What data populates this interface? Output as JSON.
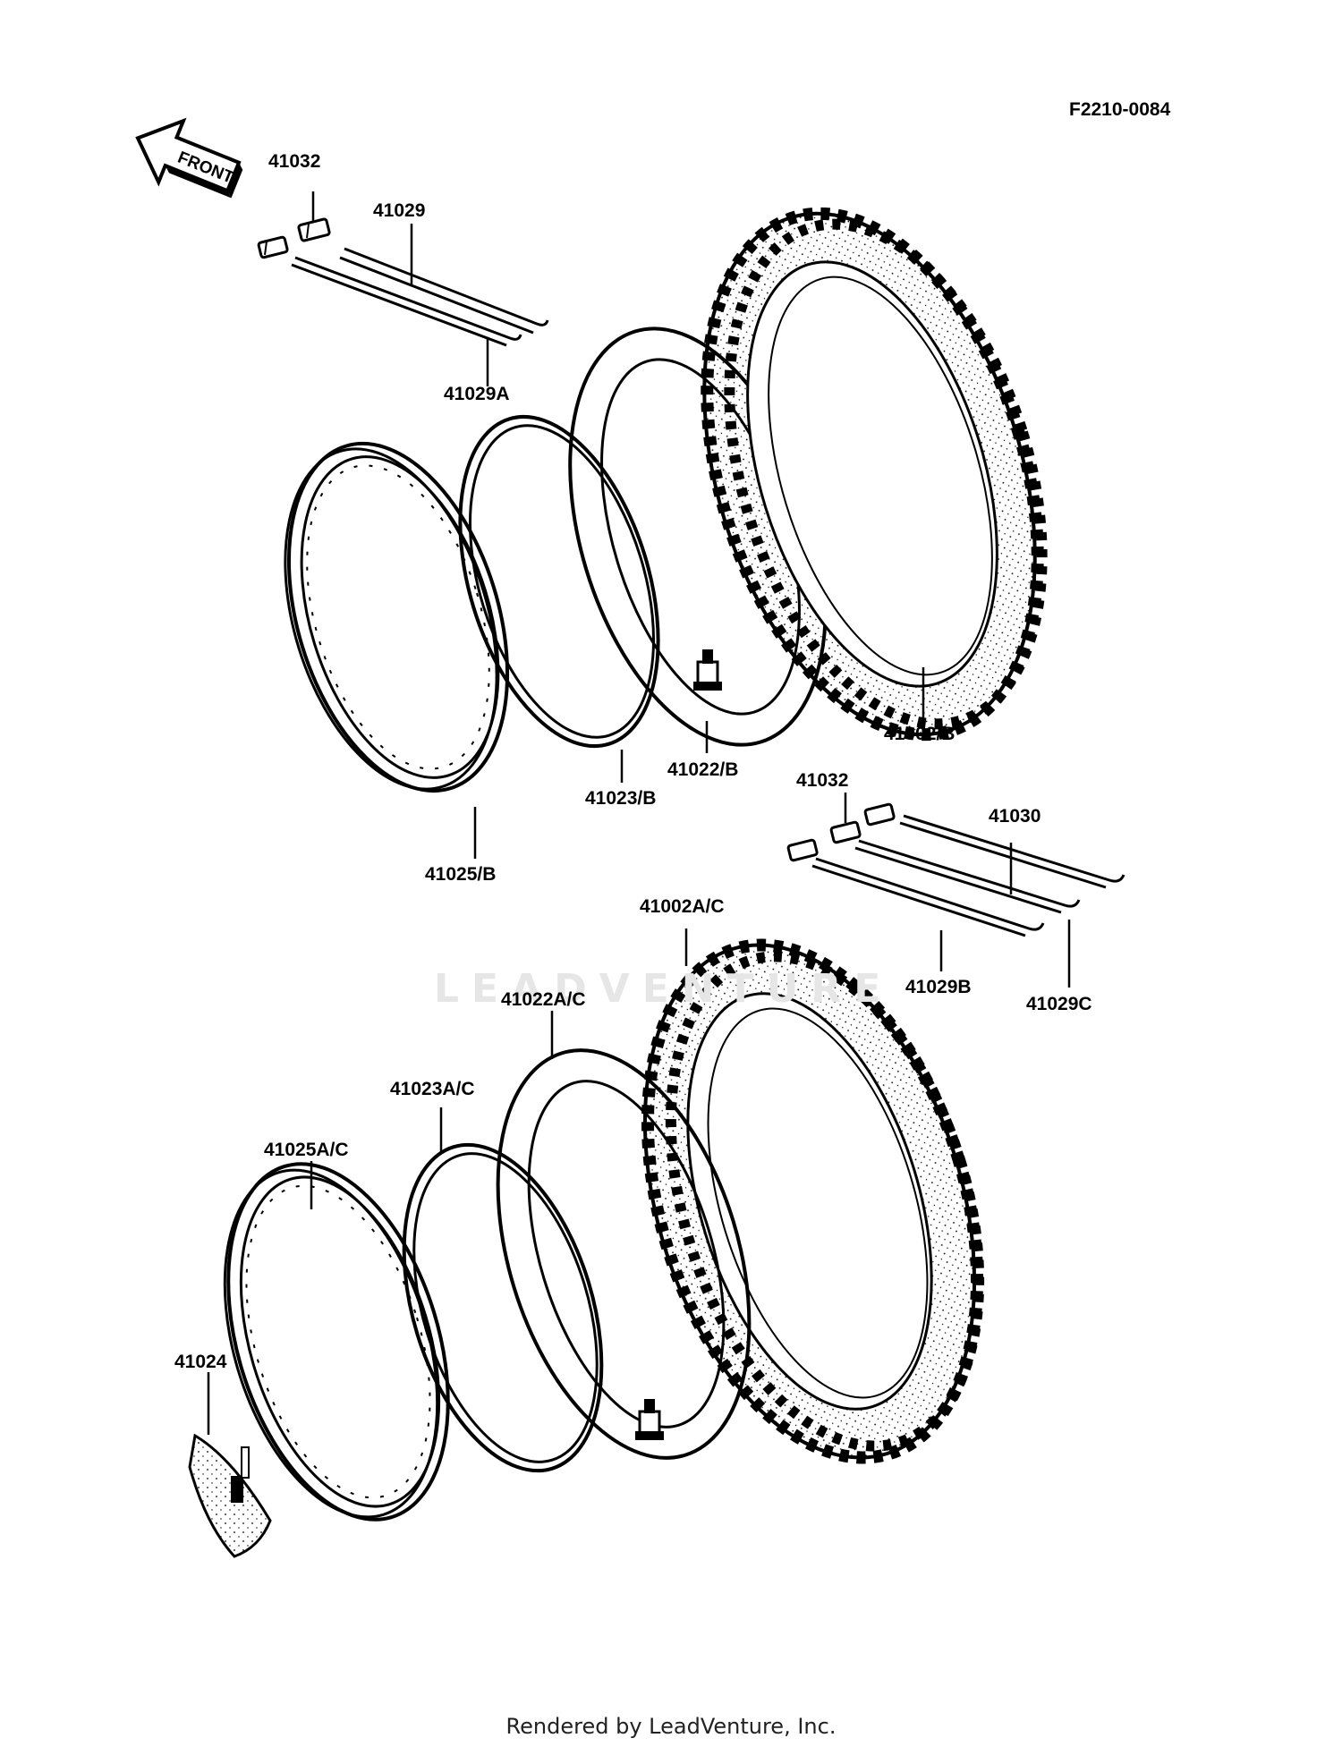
{
  "diagram_code": "F2210-0084",
  "front_arrow_label": "FRONT",
  "watermark": "LEADVENTURE",
  "footer": "Rendered by LeadVenture, Inc.",
  "callouts": {
    "c41032_top": "41032",
    "c41029": "41029",
    "c41029a": "41029A",
    "c41002b": "41002/B",
    "c41022b": "41022/B",
    "c41023b": "41023/B",
    "c41025b": "41025/B",
    "c41032_mid": "41032",
    "c41030": "41030",
    "c41002ac": "41002A/C",
    "c41029b": "41029B",
    "c41029c": "41029C",
    "c41022ac": "41022A/C",
    "c41023ac": "41023A/C",
    "c41025ac": "41025A/C",
    "c41024": "41024"
  }
}
